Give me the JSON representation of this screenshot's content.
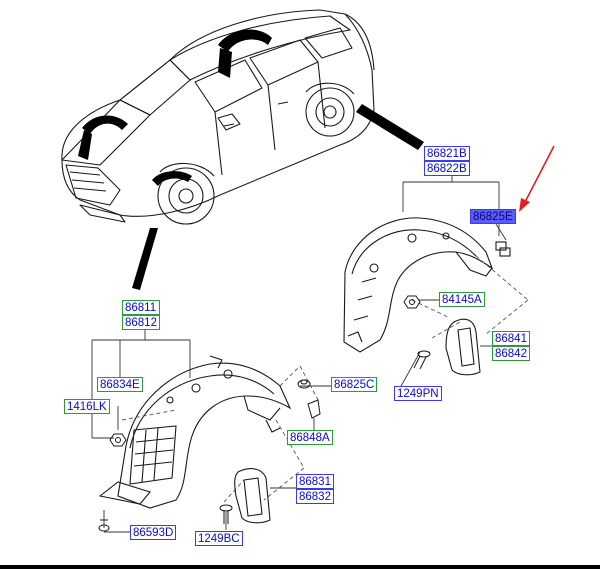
{
  "labels": {
    "front_group": [
      "86811",
      "86812"
    ],
    "rear_group": [
      "86821B",
      "86822B"
    ],
    "clip_rear": "86825E",
    "nut_rear": "84145A",
    "mudguard_rear": [
      "86841",
      "86842"
    ],
    "screw_rear": "1249PN",
    "clip_front_a": "86834E",
    "clip_front_b": "1416LK",
    "clip_front_c": "86825C",
    "clip_front_d": "86848A",
    "mudguard_front": [
      "86831",
      "86832"
    ],
    "screw_front_bottom": "86593D",
    "screw_front": "1249BC"
  },
  "colors": {
    "label_text": "#0a0ad0",
    "label_border_green": "#2f9a3a",
    "label_border_blue": "#3a3af0",
    "highlight_fill": "#5b5bff",
    "pointer_arrow": "#e02020"
  }
}
